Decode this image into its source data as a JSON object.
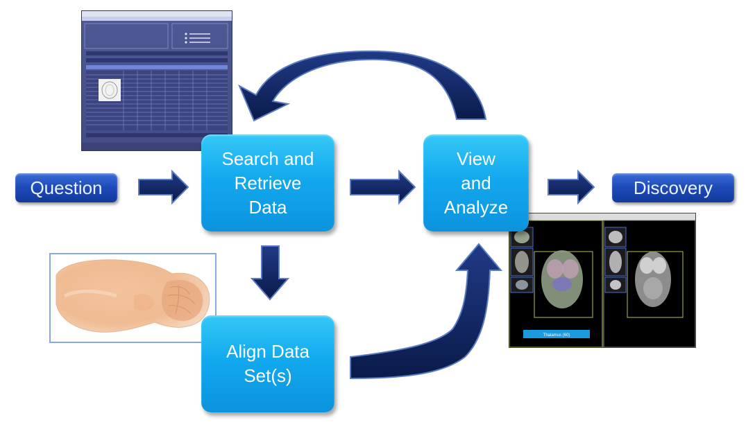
{
  "nodes": {
    "question": "Question",
    "search": "Search and\nRetrieve\nData",
    "view": "View\nand\nAnalyze",
    "discovery": "Discovery",
    "align": "Align Data\nSet(s)"
  },
  "colors": {
    "process_box": "#12a9ee",
    "pill": "#1d49b8",
    "arrow_fill": "#0d2159",
    "arrow_outline": "#3d5fa8"
  },
  "viewer_label": "Thalamus (60)"
}
